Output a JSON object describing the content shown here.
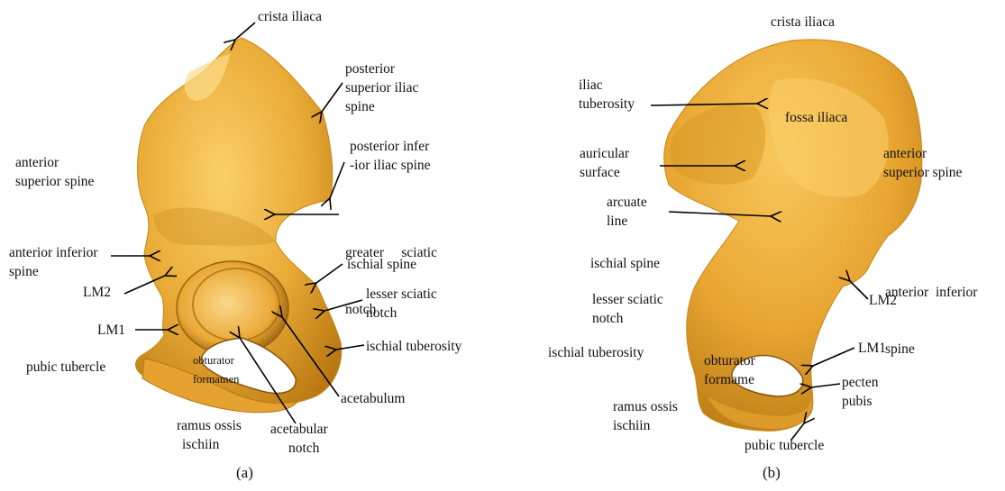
{
  "panels": {
    "a": {
      "caption": "(a)",
      "labels": {
        "crista_iliaca": [
          "crista iliaca"
        ],
        "posterior_superior_iliac_spine": [
          "posterior",
          "superior iliac",
          "spine"
        ],
        "posterior_inferior_iliac_spine": [
          "posterior infer",
          "-ior iliac spine"
        ],
        "anterior_superior_spine": [
          "anterior",
          "superior spine"
        ],
        "greater_sciatic_notch": [
          "greater     sciatic",
          "notch"
        ],
        "anterior_inferior_spine": [
          "anterior inferior",
          "spine"
        ],
        "ischial_spine": [
          "ischial spine"
        ],
        "lm2": [
          "LM2"
        ],
        "lesser_sciatic_notch": [
          "lesser sciatic",
          "notch"
        ],
        "lm1": [
          "LM1"
        ],
        "ischial_tuberosity": [
          "ischial tuberosity"
        ],
        "pubic_tubercle": [
          "pubic tubercle"
        ],
        "obturator_formamen": [
          "obturator",
          "formamen"
        ],
        "acetabulum": [
          "acetabulum"
        ],
        "ramus_ossis_ischiin": [
          "ramus ossis",
          "ischiin"
        ],
        "acetabular_notch": [
          "acetabular",
          "notch"
        ]
      }
    },
    "b": {
      "caption": "(b)",
      "labels": {
        "crista_iliaca": [
          "crista iliaca"
        ],
        "iliac_tuberosity": [
          "iliac",
          "tuberosity"
        ],
        "fossa_iliaca": [
          "fossa iliaca"
        ],
        "auricular_surface": [
          "auricular",
          "surface"
        ],
        "anterior_superior_spine": [
          "anterior",
          "superior spine"
        ],
        "arcuate_line": [
          "arcuate",
          "line"
        ],
        "anterior_inferior_spine": [
          "anterior  inferior",
          "spine"
        ],
        "ischial_spine": [
          "ischial spine"
        ],
        "lm2": [
          "LM2"
        ],
        "lesser_sciatic_notch": [
          "lesser sciatic",
          "notch"
        ],
        "ischial_tuberosity": [
          "ischial tuberosity"
        ],
        "lm1": [
          "LM1"
        ],
        "obturator_formame": [
          "obturator",
          "formame"
        ],
        "pecten_pubis": [
          "pecten",
          "pubis"
        ],
        "ramus_ossis_ischiin": [
          "ramus ossis",
          "ischiin"
        ],
        "pubic_tubercle": [
          "pubic tubercle"
        ]
      }
    }
  },
  "colors": {
    "bone_light": "#F7C456",
    "bone_mid": "#E6A430",
    "bone_dark": "#B87812",
    "bone_shadow": "#8A5408",
    "arrow": "#000000",
    "text": "#111111",
    "background": "#FFFFFF"
  }
}
